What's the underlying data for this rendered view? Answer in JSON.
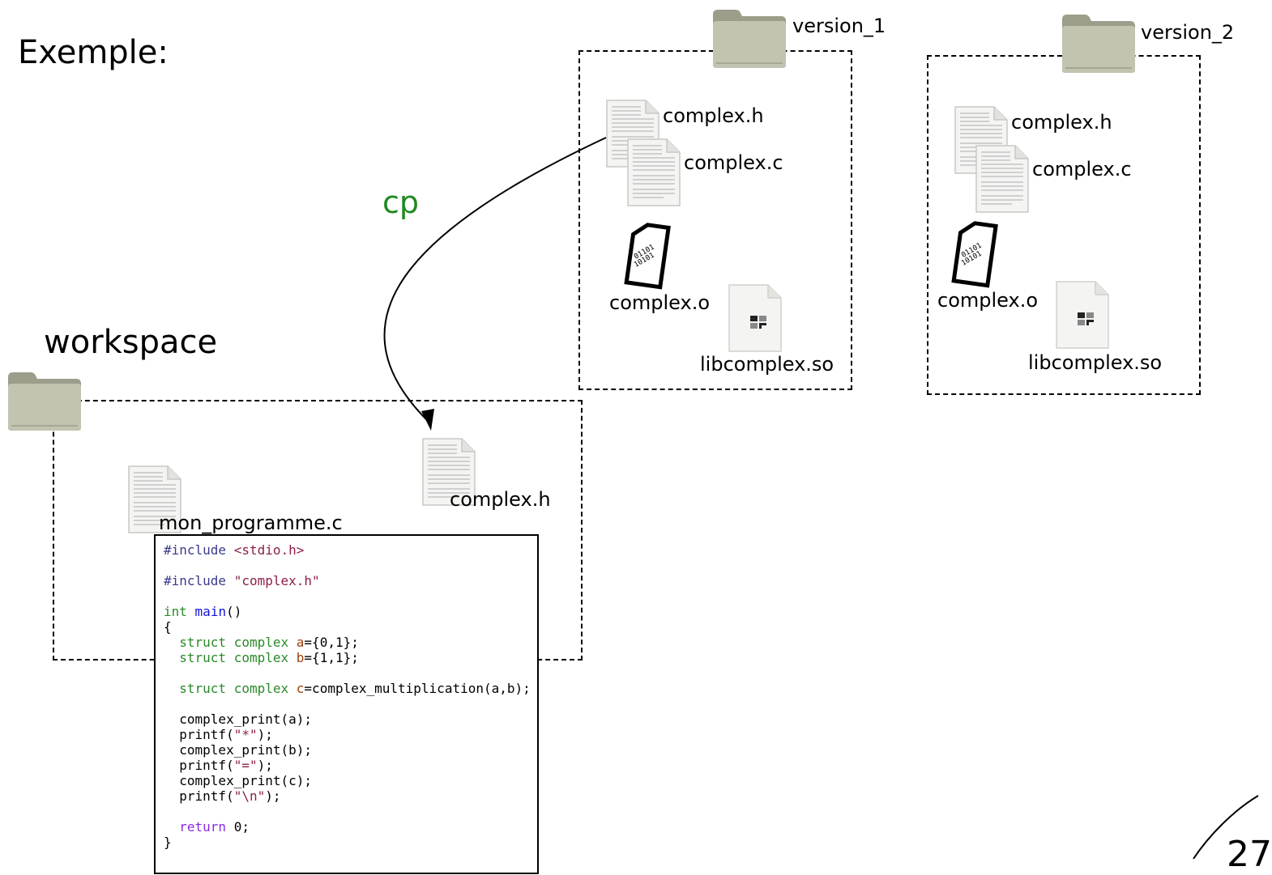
{
  "title": "Exemple:",
  "workspace": {
    "label": "workspace",
    "files": {
      "program": "mon_programme.c",
      "header": "complex.h"
    }
  },
  "arrow_label": "cp",
  "version_1": {
    "folder_label": "version_1",
    "files": {
      "header": "complex.h",
      "source": "complex.c",
      "object": "complex.o",
      "library": "libcomplex.so"
    }
  },
  "version_2": {
    "folder_label": "version_2",
    "files": {
      "header": "complex.h",
      "source": "complex.c",
      "object": "complex.o",
      "library": "libcomplex.so"
    }
  },
  "binary_icon_text": [
    "01101",
    "10101"
  ],
  "code": {
    "include_directive": "#include",
    "include_stdio": "<stdio.h>",
    "include_complex": "\"complex.h\"",
    "int_kw": "int",
    "main_fn": "main",
    "main_parens": "()",
    "open_brace": "{",
    "struct_kw": "struct",
    "complex_kw": "complex",
    "var_a": "a",
    "init_a": "={0,1};",
    "var_b": "b",
    "init_b": "={1,1};",
    "var_c": "c",
    "init_c": "=complex_multiplication(a,b);",
    "line_print_a": "complex_print(a);",
    "printf_open": "printf(",
    "str_star": "\"*\"",
    "printf_close": ");",
    "line_print_b": "complex_print(b);",
    "str_eq": "\"=\"",
    "line_print_c": "complex_print(c);",
    "str_nl": "\"\\n\"",
    "return_kw": "return",
    "return_val": "0;",
    "close_brace": "}"
  },
  "page_number": "27",
  "colors": {
    "cp_label": "#1f8a1f",
    "folder": "#b8b9a6",
    "preprocessor": "#3a3a8c",
    "string": "#8c1f4a",
    "type": "#2a8a2a",
    "function": "#1414d6",
    "variable": "#a04010",
    "return": "#8a2be2"
  }
}
